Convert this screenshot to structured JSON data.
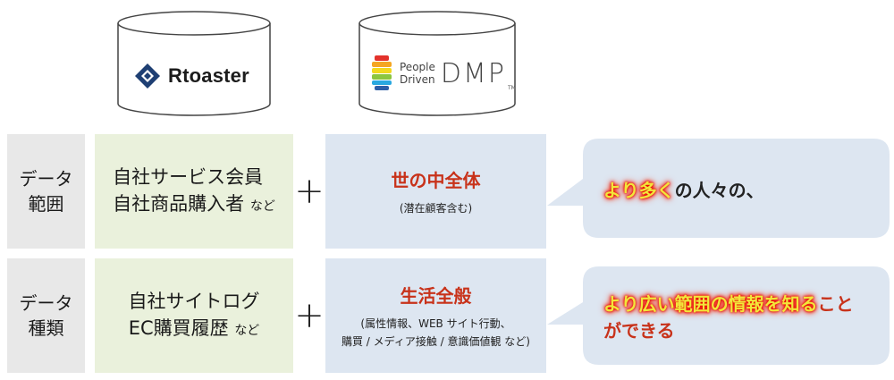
{
  "logos": {
    "left": {
      "name": "Rtoaster"
    },
    "right": {
      "line1": "People",
      "line2": "Driven",
      "mark": "DMP",
      "tm": "TM"
    }
  },
  "rows": [
    {
      "label_line1": "データ",
      "label_line2": "範囲",
      "left_line1": "自社サービス会員",
      "left_line2": "自社商品購入者",
      "left_suffix": "など",
      "plus": "+",
      "right_title": "世の中全体",
      "right_sub_line1": "(潜在顧客含む)",
      "bubble_highlight": "より多く",
      "bubble_text": "の人々の、"
    },
    {
      "label_line1": "データ",
      "label_line2": "種類",
      "left_line1": "自社サイトログ",
      "left_line2": "EC購買履歴",
      "left_suffix": "など",
      "plus": "+",
      "right_title": "生活全般",
      "right_sub_line1": "(属性情報、WEB サイト行動、",
      "right_sub_line2": "購買 / メディア接触 / 意識価値観 など)",
      "bubble_highlight": "より広い範囲の情報を知る",
      "bubble_text_red": "こと",
      "bubble_text_line2": "ができる"
    }
  ],
  "colors": {
    "label_bg": "#e8e8e8",
    "left_bg": "#eaf1dc",
    "right_bg": "#dde6f1",
    "accent_red": "#c8321a",
    "highlight_yellow": "#f2e63a"
  }
}
